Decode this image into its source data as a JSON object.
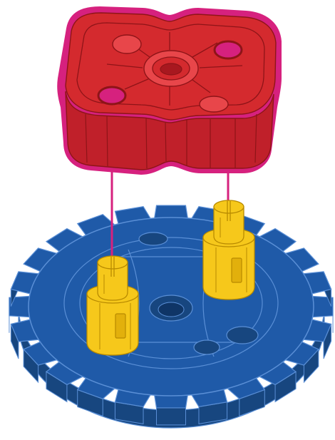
{
  "diagram": {
    "kind": "assembly-instruction",
    "parts": [
      {
        "name": "square-hub-plate",
        "color_name": "red",
        "fill": "#d42a2e",
        "line": "#8e1418",
        "highlight": "#e8464a",
        "outline": "#d6217e"
      },
      {
        "name": "gear",
        "color_name": "blue",
        "fill": "#1f5aa8",
        "line": "#5a8fd6",
        "dark": "#17467f"
      },
      {
        "name": "peg-left",
        "color_name": "yellow",
        "fill": "#f6c81b",
        "line": "#b88a00"
      },
      {
        "name": "peg-right",
        "color_name": "yellow",
        "fill": "#f6c81b",
        "line": "#b88a00"
      }
    ],
    "connection_color": "#d6217e",
    "connection_marks": "magenta",
    "gear_teeth": 24
  }
}
